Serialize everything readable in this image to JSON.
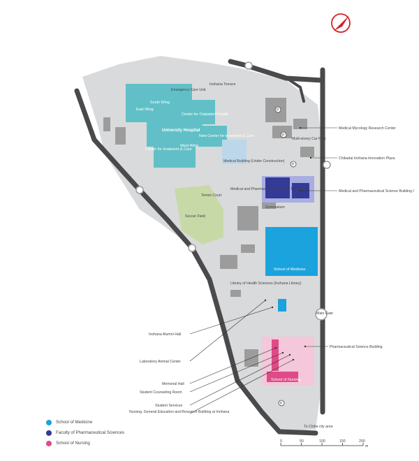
{
  "colors": {
    "medicine": "#1aa3dd",
    "pharma": "#333a97",
    "nursing": "#e04a87",
    "road": "#4a4a4c",
    "ground": "#d9dadb",
    "building": "#9c9c9c",
    "hospital": "#61c0c7",
    "field": "#c8d9a8"
  },
  "labels": {
    "inohana_terrace": "Inohana Terrace",
    "emergency_care_unit": "Emergency Care Unit",
    "south_wing": "South Wing",
    "east_wing": "East Wing",
    "outpatient_center": "Center for Outpatient Health",
    "university_hospital": "University Hospital",
    "new_center_treatment": "New Center for treatment & Care",
    "center_treatment": "Center for treatment & Care",
    "west_wing": "West Wing",
    "medical_building": "Medical Building (Under Construction)",
    "medical_mycology": "Medical Mycology Research Center",
    "multistorey_car_park": "Multi-storey Car Park",
    "chibadai_inohana": "Chibadai Inohana Innovation Plaza",
    "med_pharma_building_ii": "Medical and Pharmaceutical Science Building II",
    "tennis_court": "Tennis Court",
    "soccer_field": "Soccer Field",
    "gymnasium": "Gymnasium",
    "med_pharma_building_i": "Medical and Pharmaceutical Science Building I",
    "school_of_medicine_bldg": "School of Medicine",
    "library": "Library of Health Sciences (Inohana Library)",
    "main_gate": "Main Gate",
    "alumni_hall": "Inohana Alumni Hall",
    "laboratory_animal": "Laboratory Animal Center",
    "pharmaceutical_science": "Pharmaceutical Science Building",
    "memorial_hall": "Memorial Hall",
    "student_counseling": "Student Counseling Room",
    "student_services": "Student Services",
    "nursing_research": "Nursing, General Education and Research Building at Inohana",
    "school_of_nursing_bldg": "School of Nursing",
    "to_chiba": "To Chiba city area"
  },
  "parking_glyph": "P",
  "legend": [
    {
      "label": "School of Medicine",
      "color": "#1aa3dd"
    },
    {
      "label": "Faculty of Pharmaceutical Sciences",
      "color": "#333a97"
    },
    {
      "label": "School of Nursing",
      "color": "#e04a87"
    }
  ],
  "scale": {
    "ticks": [
      "0",
      "50",
      "100",
      "150",
      "200"
    ],
    "unit": "m"
  }
}
